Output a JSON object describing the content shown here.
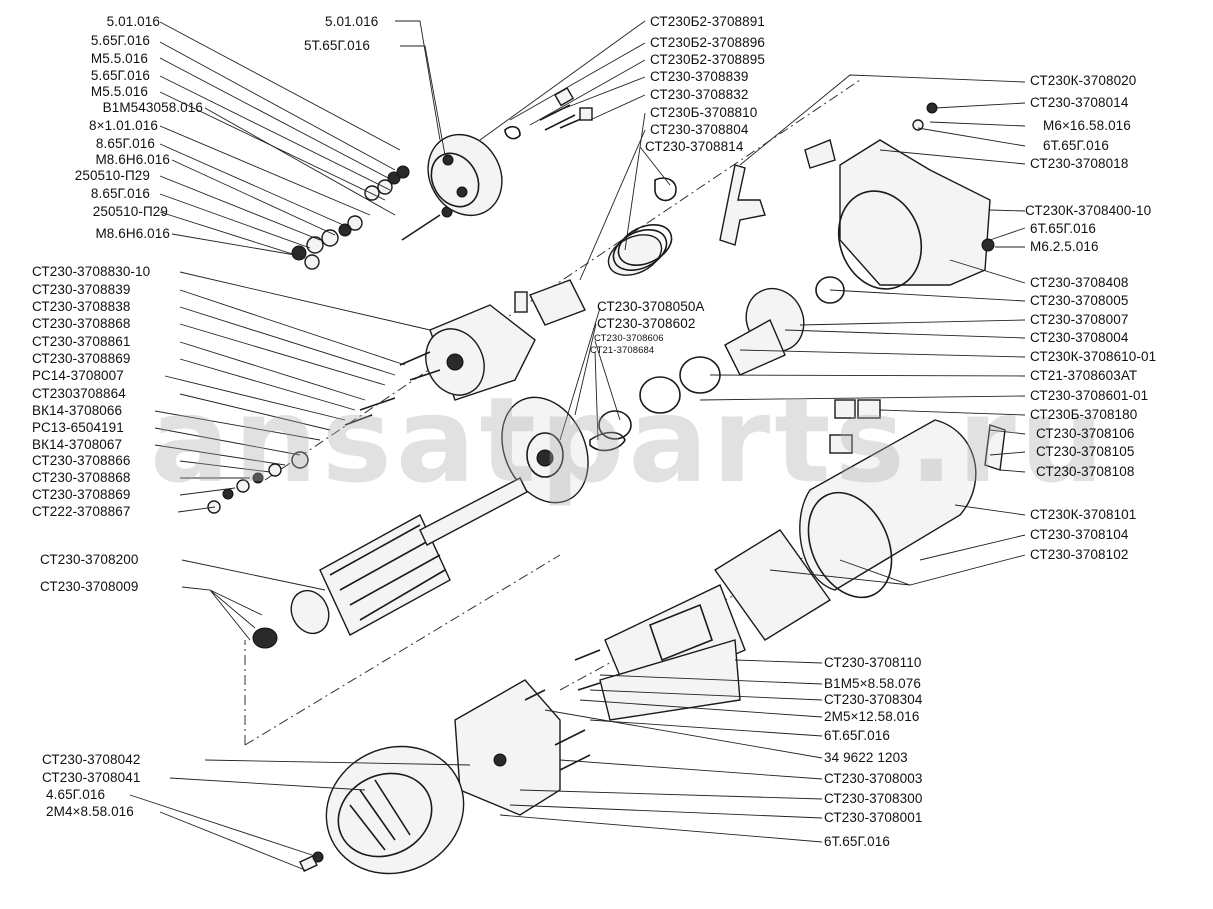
{
  "watermark": "ansatparts.ru",
  "labels_left_top": [
    "5.01.016",
    "5.65Г.016",
    "М5.5.016",
    "5.65Г.016",
    "М5.5.016",
    "В1М543058.016",
    "8×1.01.016",
    "8.65Г.016",
    "М8.6Н6.016",
    "250510-П29",
    "8.65Г.016",
    "250510-П29",
    "М8.6Н6.016"
  ],
  "labels_center_top": [
    "5.01.016",
    "5Т.65Г.016"
  ],
  "labels_top_middle": [
    "СТ230Б2-3708891",
    "СТ230Б2-3708896",
    "СТ230Б2-3708895",
    "СТ230-3708839",
    "СТ230-3708832",
    "СТ230Б-3708810",
    "СТ230-3708804",
    "СТ230-3708814"
  ],
  "labels_right": [
    "СТ230К-3708020",
    "СТ230-3708014",
    "М6×16.58.016",
    "6Т.65Г.016",
    "СТ230-3708018",
    "СТ230К-3708400-10",
    "6Т.65Г.016",
    "М6.2.5.016",
    "СТ230-3708408",
    "СТ230-3708005",
    "СТ230-3708007",
    "СТ230-3708004",
    "СТ230К-3708610-01",
    "СТ21-3708603АТ",
    "СТ230-3708601-01",
    "СТ230Б-3708180",
    "СТ230-3708106",
    "СТ230-3708105",
    "СТ230-3708108",
    "СТ230К-3708101",
    "СТ230-3708104",
    "СТ230-3708102"
  ],
  "labels_left_middle": [
    "СТ230-3708830-10",
    "СТ230-3708839",
    "СТ230-3708838",
    "СТ230-3708868",
    "СТ230-3708861",
    "СТ230-3708869",
    "РС14-3708007",
    "СТ2303708864",
    "ВК14-3708066",
    "РС13-6504191",
    "ВК14-3708067",
    "СТ230-3708866",
    "СТ230-3708868",
    "СТ230-3708869",
    "СТ222-3708867"
  ],
  "labels_center_middle": [
    "СТ230-3708050А",
    "СТ230-3708602"
  ],
  "labels_center_small": [
    "СТ230-3708606",
    "СТ21-3708684"
  ],
  "labels_armature": [
    "СТ230-3708200",
    "СТ230-3708009"
  ],
  "labels_bottom_right": [
    "СТ230-3708110",
    "В1М5×8.58.076",
    "СТ230-3708304",
    "2М5×12.58.016",
    "6Т.65Г.016",
    "34 9622 1203",
    "СТ230-3708003",
    "СТ230-3708300",
    "СТ230-3708001",
    "6Т.65Г.016"
  ],
  "labels_bottom_left": [
    "СТ230-3708042",
    "СТ230-3708041",
    "4.65Г.016",
    "2М4×8.58.016"
  ]
}
